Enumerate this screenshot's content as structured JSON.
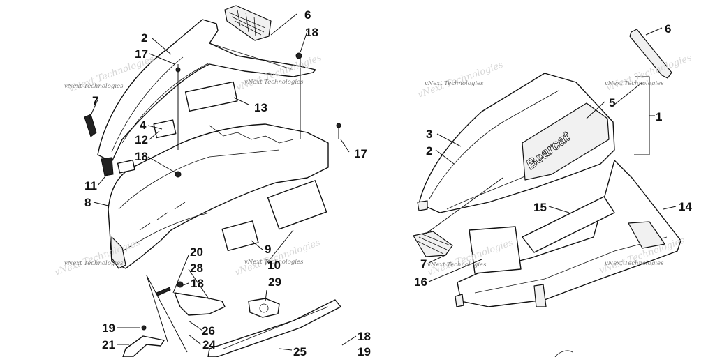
{
  "watermark": "vNext Technologies",
  "logo_text": "Bearcat",
  "callouts_left": [
    "2",
    "17",
    "6",
    "18",
    "13",
    "7",
    "4",
    "12",
    "18",
    "17",
    "11",
    "8",
    "9",
    "10",
    "20",
    "28",
    "18",
    "29",
    "19",
    "26",
    "21",
    "24",
    "25",
    "18",
    "19"
  ],
  "callouts_right": [
    "6",
    "5",
    "1",
    "3",
    "2",
    "15",
    "14",
    "7",
    "16"
  ]
}
